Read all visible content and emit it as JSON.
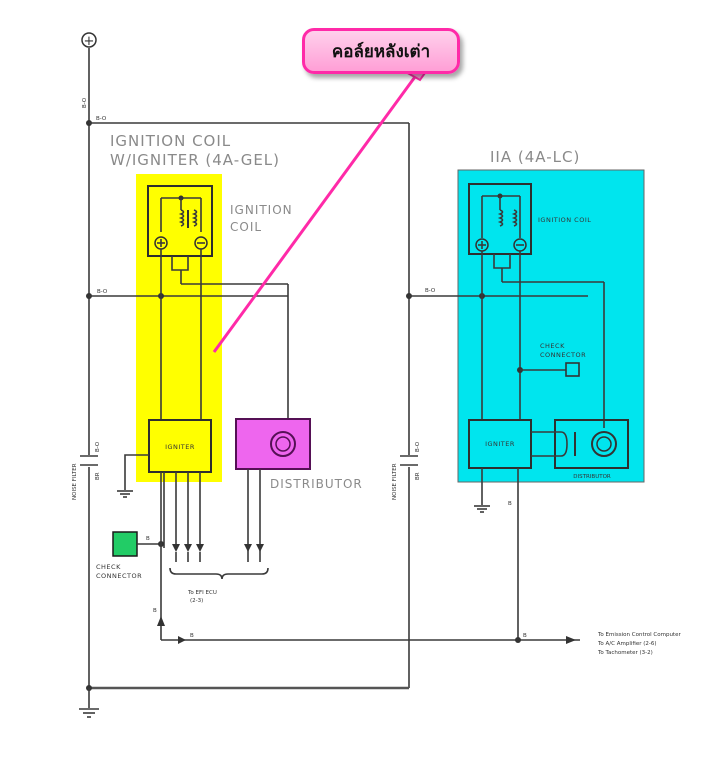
{
  "callout": {
    "text": "คอล์ยหลังเต่า"
  },
  "left_unit": {
    "title_line1": "IGNITION COIL",
    "title_line2": "W/IGNITER (4A-GEL)",
    "coil_label_line1": "IGNITION",
    "coil_label_line2": "COIL",
    "igniter_label": "IGNITER",
    "distributor_label": "DISTRIBUTOR",
    "check_connector_line1": "CHECK",
    "check_connector_line2": "CONNECTOR",
    "to_efi_line1": "To EFI ECU",
    "to_efi_line2": "(2-3)",
    "colors": {
      "igniter_block": "#ffff00",
      "distributor": "#ee66ee",
      "check_connector": "#22cc66"
    }
  },
  "right_unit": {
    "title": "IIA (4A-LC)",
    "coil_label": "IGNITION COIL",
    "check_connector_line1": "CHECK",
    "check_connector_line2": "CONNECTOR",
    "igniter_label": "IGNITER",
    "distributor_label": "DISTRIBUTOR",
    "colors": {
      "block": "#00e5ee"
    }
  },
  "wire_labels": {
    "bo_vertical": "B-O",
    "bo_top": "B-O",
    "bo_left": "B-O",
    "bo_right": "B-O",
    "noise_filter": "NOISE FILTER",
    "br": "BR",
    "b": "B"
  },
  "outputs": {
    "line1": "To Emission Control Computer",
    "line2": "To A/C Amplifier (2-6)",
    "line3": "To Tachometer (3-2)"
  },
  "symbols": {
    "battery_positive": "+",
    "coil_plus": "+",
    "coil_minus": "−"
  }
}
